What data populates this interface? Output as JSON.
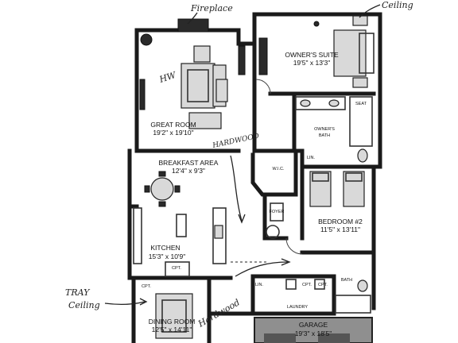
{
  "rooms": {
    "owners_suite": {
      "name": "OWNER'S SUITE",
      "dims": "19'5\" x 13'3\""
    },
    "great_room": {
      "name": "GREAT ROOM",
      "dims": "19'2\" x 19'10\""
    },
    "breakfast": {
      "name": "BREAKFAST AREA",
      "dims": "12'4\" x 9'3\""
    },
    "kitchen": {
      "name": "KITCHEN",
      "dims": "15'3\" x 10'9\""
    },
    "bedroom2": {
      "name": "BEDROOM #2",
      "dims": "11'5\" x 13'11\""
    },
    "dining": {
      "name": "DINING ROOM",
      "dims": "12'5\" x 14'11\""
    },
    "garage": {
      "name": "GARAGE",
      "dims": "19'3\" x 18'5\""
    }
  },
  "small_labels": {
    "owners_bath": [
      "OWNER'S",
      "BATH"
    ],
    "seat": "SEAT",
    "wic": "W.I.C.",
    "lin1": "LIN.",
    "foyer": "FOYER",
    "bath": "BATH",
    "laundry": "LAUNDRY",
    "lin2": "LIN.",
    "cpt1": "CPT.",
    "cpt2": "CPT.",
    "cpt3": "CPT.",
    "cpt4": "CPT."
  },
  "annotations": {
    "fireplace": "Fireplace",
    "ceiling_top": "Ceiling",
    "hw": "HW",
    "hardwood1": "HARDWOOD",
    "tray1": "TRAY",
    "tray2": "Ceiling",
    "hardwood2": "Hardwood"
  }
}
